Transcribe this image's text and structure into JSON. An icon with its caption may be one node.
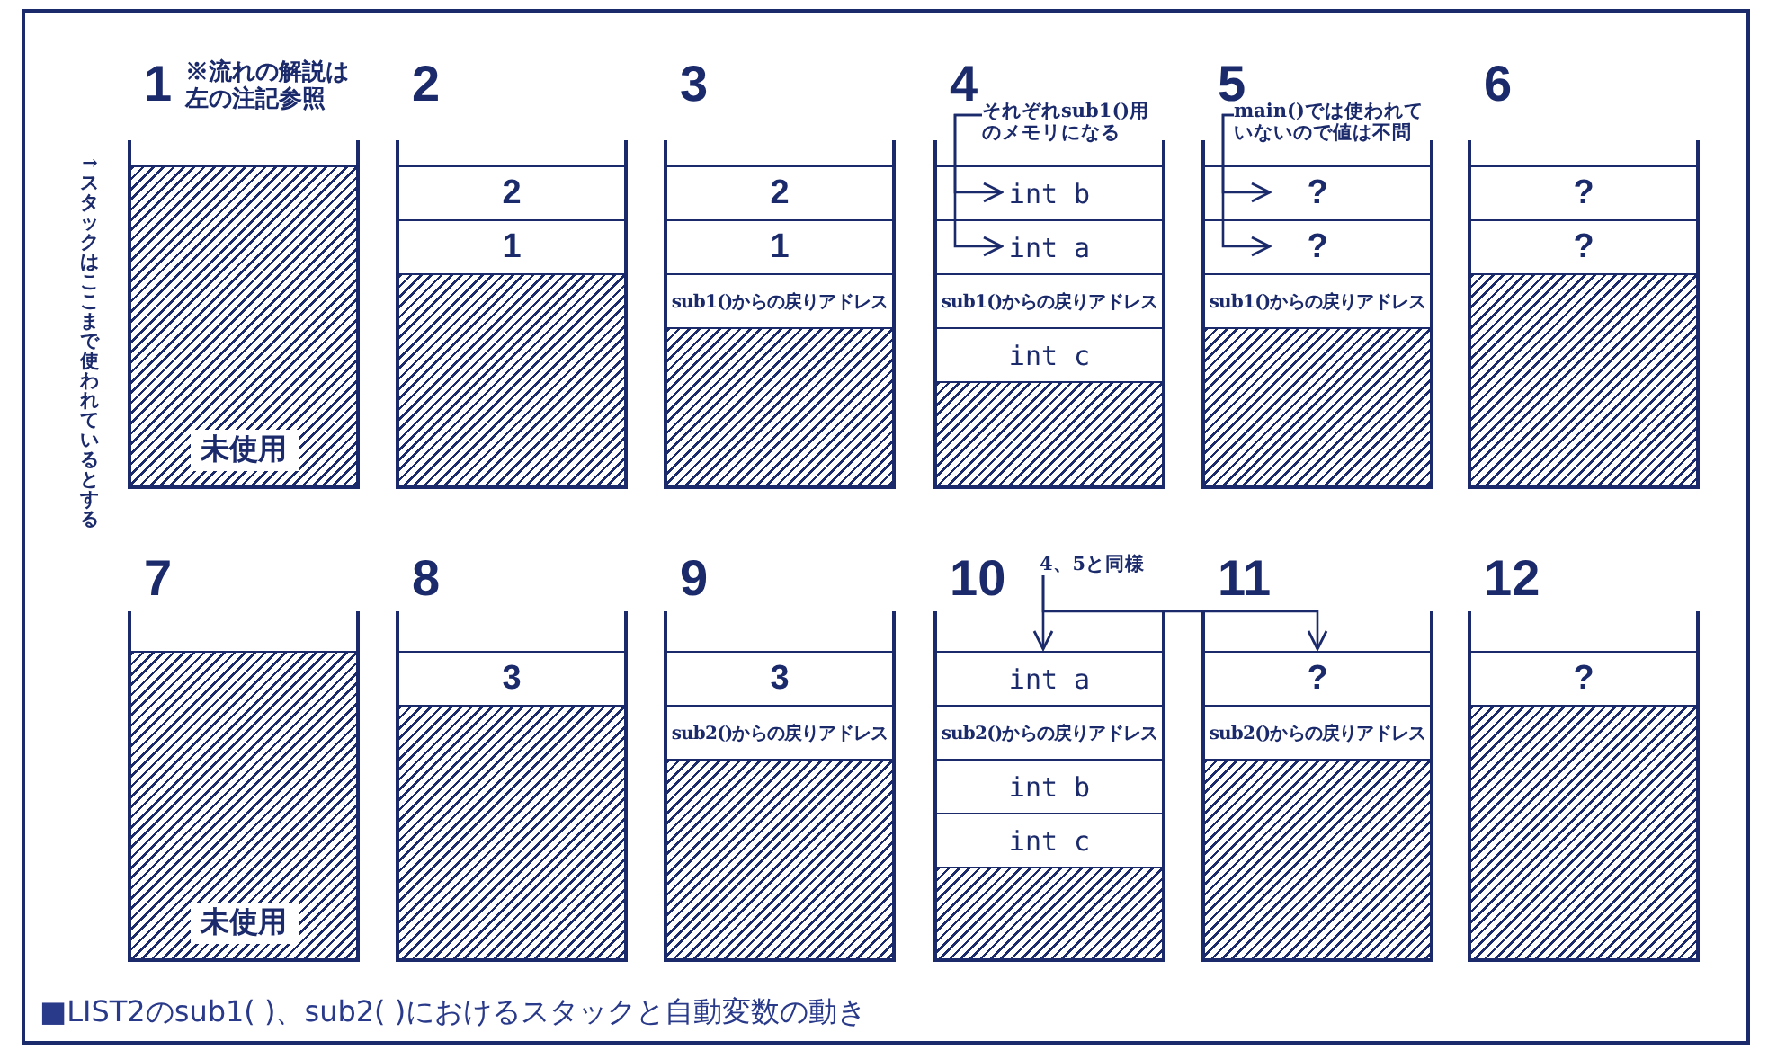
{
  "diagram": {
    "caption": "■LIST2のsub1( )、sub2( )におけるスタックと自動変数の動き",
    "nodes": [
      {
        "text": [
          "1"
        ]
      },
      {
        "text": [
          "未使用"
        ],
        "in": 0
      },
      {
        "text": [
          "2"
        ]
      },
      {
        "text": [
          "2"
        ],
        "in": 2
      },
      {
        "text": [
          "1"
        ],
        "in": 2
      },
      {
        "text": [],
        "shape": "box",
        "in": 2
      },
      {
        "text": [
          "3"
        ]
      },
      {
        "text": [
          "2"
        ],
        "in": 6
      },
      {
        "text": [
          "1"
        ],
        "in": 6
      },
      {
        "text": [
          "sub1()からの戻りアドレス"
        ],
        "in": 6
      },
      {
        "text": [],
        "shape": "box",
        "in": 6
      },
      {
        "text": [
          "4"
        ]
      },
      {
        "text": [
          "それぞれsub1()用のメモリになる"
        ]
      },
      {
        "text": [
          "int b"
        ],
        "in": 11
      },
      {
        "text": [
          "int a"
        ],
        "in": 11
      },
      {
        "text": [
          "sub1()からの戻りアドレス"
        ],
        "in": 11
      },
      {
        "text": [
          "int c"
        ],
        "in": 11
      },
      {
        "text": [],
        "shape": "box",
        "in": 11
      },
      {
        "text": [
          "5"
        ]
      },
      {
        "text": [
          "main()では使われていないので値は不問"
        ]
      },
      {
        "text": [
          "?"
        ],
        "in": 18
      },
      {
        "text": [
          "?"
        ],
        "in": 18
      },
      {
        "text": [
          "sub1()からの戻りアドレス"
        ],
        "in": 18
      },
      {
        "text": [],
        "shape": "box",
        "in": 18
      },
      {
        "text": [
          "6"
        ]
      },
      {
        "text": [
          "?"
        ],
        "in": 24
      },
      {
        "text": [
          "?"
        ],
        "in": 24
      },
      {
        "text": [],
        "shape": "box",
        "in": 24
      },
      {
        "text": [
          "7"
        ]
      },
      {
        "text": [
          "未使用"
        ],
        "in": 28
      },
      {
        "text": [
          "8"
        ]
      },
      {
        "text": [
          "3"
        ],
        "in": 30
      },
      {
        "text": [],
        "shape": "box",
        "in": 30
      },
      {
        "text": [
          "9"
        ]
      },
      {
        "text": [
          "3"
        ],
        "in": 33
      },
      {
        "text": [
          "sub2()からの戻りアドレス"
        ],
        "in": 33
      },
      {
        "text": [],
        "shape": "box",
        "in": 33
      },
      {
        "text": [
          "10"
        ]
      },
      {
        "text": [
          "4、5と同様"
        ]
      },
      {
        "text": [
          "int a"
        ],
        "in": 37
      },
      {
        "text": [
          "sub2()からの戻りアドレス"
        ],
        "in": 37
      },
      {
        "text": [
          "int b"
        ],
        "in": 37
      },
      {
        "text": [
          "int c"
        ],
        "in": 37
      },
      {
        "text": [],
        "shape": "box",
        "in": 37
      },
      {
        "text": [
          "11"
        ]
      },
      {
        "text": [
          "?"
        ],
        "in": 44
      },
      {
        "text": [
          "sub2()からの戻りアドレス"
        ],
        "in": 44
      },
      {
        "text": [],
        "shape": "box",
        "in": 44
      },
      {
        "text": [
          "12"
        ]
      },
      {
        "text": [
          "?"
        ],
        "in": 48
      },
      {
        "text": [],
        "shape": "box",
        "in": 48
      }
    ],
    "edges": [
      {
        "from": 12,
        "to": 13,
        "arrow": "to"
      },
      {
        "from": 12,
        "to": 14,
        "arrow": "to"
      },
      {
        "from": 19,
        "to": 20,
        "arrow": "to"
      },
      {
        "from": 19,
        "to": 21,
        "arrow": "to"
      },
      {
        "from": 38,
        "to": 39,
        "arrow": "to"
      },
      {
        "from": 38,
        "to": 45,
        "arrow": "to"
      }
    ],
    "labels": [
      "※流れの解説は左の注記参照",
      "→スタックはここまで使われているとする"
    ]
  }
}
